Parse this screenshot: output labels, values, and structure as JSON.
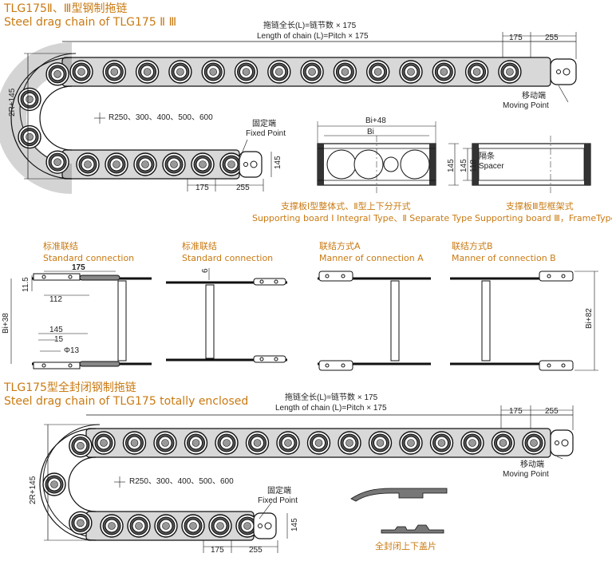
{
  "titles": {
    "t1_cn": "TLG175Ⅱ、Ⅲ型钢制拖链",
    "t1_en": "Steel drag chain of TLG175 Ⅱ Ⅲ",
    "t2_cn": "TLG175型全封闭钢制拖链",
    "t2_en": "Steel drag chain of TLG175 totally enclosed"
  },
  "chain1": {
    "len_cn": "拖链全长(L)=链节数 × 175",
    "len_en": "Length of chain (L)=Pitch × 175",
    "dim_175": "175",
    "dim_255": "255",
    "moving_cn": "移动端",
    "moving_en": "Moving Point",
    "fixed_cn": "固定端",
    "fixed_en": "Fixed Point",
    "radius": "R250、300、400、500、600",
    "height": "2R+145",
    "dim_145": "145",
    "dim_175b": "175",
    "dim_255b": "255"
  },
  "sections": {
    "bi48": "Bi+48",
    "bi": "Bi",
    "d145a": "145",
    "d145b": "145",
    "d118": "118",
    "spacer_cn": "隔条",
    "spacer_en": "Spacer",
    "support1_cn": "支撑板Ⅰ型整体式、Ⅱ型上下分开式",
    "support1_en": "Supporting board Ⅰ Integral Type、Ⅱ Separate Type",
    "support2_cn": "支撑板Ⅲ型框架式",
    "support2_en": "Supporting board Ⅲ，FrameType"
  },
  "connections": {
    "std1_cn": "标准联结",
    "std1_en": "Standard connection",
    "std2_cn": "标准联结",
    "std2_en": "Standard connection",
    "a_cn": "联结方式A",
    "a_en": "Manner of connection A",
    "b_cn": "联结方式B",
    "b_en": "Manner of connection B",
    "d175": "175",
    "d11_5": "11.5",
    "d112": "112",
    "bi38": "Bi+38",
    "d145": "145",
    "d15": "15",
    "d13": "Φ13",
    "d6": "6",
    "bi82": "Bi+82"
  },
  "chain2": {
    "len_cn": "拖链全长(L)=链节数 × 175",
    "len_en": "Length of chain (L)=Pitch × 175",
    "dim_175": "175",
    "dim_255": "255",
    "moving_cn": "移动端",
    "moving_en": "Moving Point",
    "fixed_cn": "固定端",
    "fixed_en": "Fixed Point",
    "radius": "R250、300、400、500、600",
    "height": "2R+145",
    "dim_145": "145",
    "dim_175b": "175",
    "dim_255b": "255",
    "cover_cn": "全封闭上下盖片"
  }
}
